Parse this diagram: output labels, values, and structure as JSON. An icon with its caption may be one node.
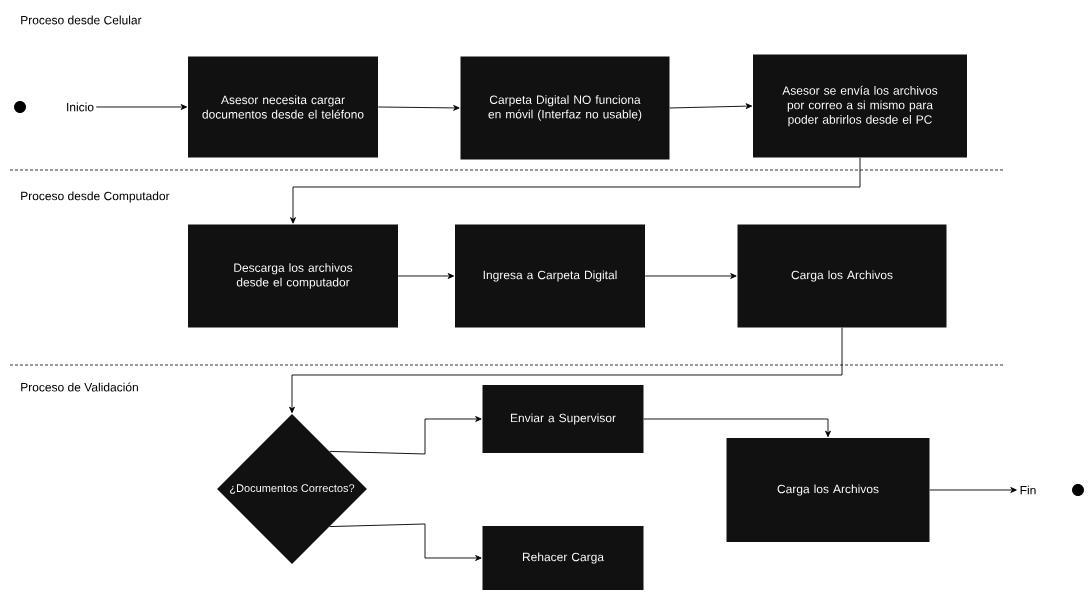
{
  "diagram": {
    "nodes": [
      {
        "text": [],
        "shape": "circle"
      },
      {
        "text": [
          "Inicio"
        ]
      },
      {
        "text": [
          "Asesor necesita cargar documentos desde el teléfono"
        ]
      },
      {
        "text": [
          "Carpeta Digital NO funciona en móvil (Interfaz no usable)"
        ]
      },
      {
        "text": [
          "Asesor se envía los archivos por correo a si mismo para poder abrirlos desde el PC"
        ]
      },
      {
        "text": [
          "Descarga los archivos desde el computador"
        ]
      },
      {
        "text": [
          "Ingresa a Carpeta Digital"
        ]
      },
      {
        "text": [
          "Carga los Archivos"
        ]
      },
      {
        "text": [
          "¿Documentos Correctos?"
        ]
      },
      {
        "text": [
          "Enviar a Supervisor"
        ]
      },
      {
        "text": [
          "Rehacer Carga"
        ]
      },
      {
        "text": [
          "Carga los Archivos"
        ]
      },
      {
        "text": [
          "Fin"
        ]
      },
      {
        "text": [],
        "shape": "circle"
      }
    ],
    "edges": [
      {
        "from": 1,
        "to": 2,
        "arrow": "to"
      },
      {
        "from": 2,
        "to": 3,
        "arrow": "to"
      },
      {
        "from": 3,
        "to": 4,
        "arrow": "to"
      },
      {
        "from": 4,
        "to": 5,
        "arrow": "to"
      },
      {
        "from": 5,
        "to": 6,
        "arrow": "to"
      },
      {
        "from": 6,
        "to": 7,
        "arrow": "to"
      },
      {
        "from": 7,
        "to": 8,
        "arrow": "to"
      },
      {
        "from": 8,
        "to": 9,
        "arrow": "to"
      },
      {
        "from": 8,
        "to": 10,
        "arrow": "to"
      },
      {
        "from": 9,
        "to": 11,
        "arrow": "to"
      },
      {
        "from": 11,
        "to": 12,
        "arrow": "to"
      }
    ],
    "labels": [
      "Proceso desde Celular",
      "Proceso desde Computador",
      "Proceso de Validación"
    ]
  }
}
